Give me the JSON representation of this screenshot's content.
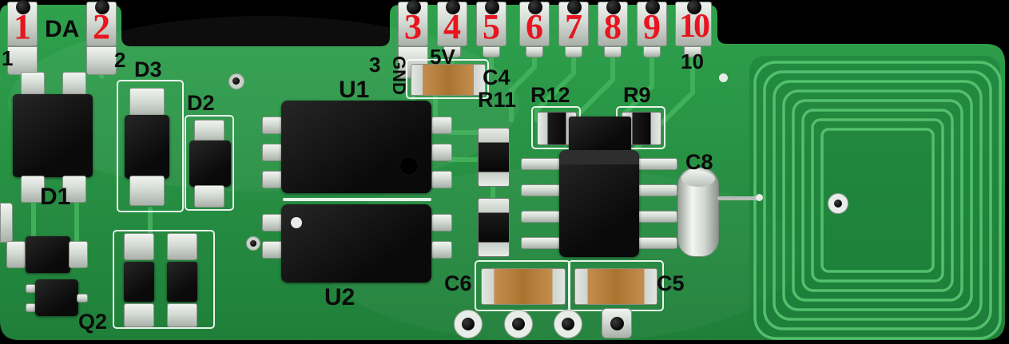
{
  "pcb": {
    "pins": [
      "1",
      "2",
      "3",
      "4",
      "5",
      "6",
      "7",
      "8",
      "9",
      "10"
    ],
    "edge_numbers": {
      "n1": "1",
      "n2": "2",
      "n3": "3",
      "n10": "10"
    },
    "net_labels": {
      "da": "DA",
      "gnd": "GND",
      "v5": "5V"
    },
    "components": {
      "d1": "D1",
      "d2": "D2",
      "d3": "D3",
      "u1": "U1",
      "u2": "U2",
      "q2": "Q2",
      "c4": "C4",
      "c5": "C5",
      "c6": "C6",
      "c8": "C8",
      "r9": "R9",
      "r11": "R11",
      "r12": "R12"
    },
    "colors": {
      "board_green": "#2a9a46",
      "trace_green": "#4cbd64",
      "pad_silver": "#d7dcd7",
      "silkscreen_white": "#f4f8f4",
      "component_black": "#141414",
      "capacitor_tan": "#bc8246",
      "pin_number_red": "#e8141f",
      "label_black": "#0b0b0b",
      "background_black": "#000000"
    }
  }
}
